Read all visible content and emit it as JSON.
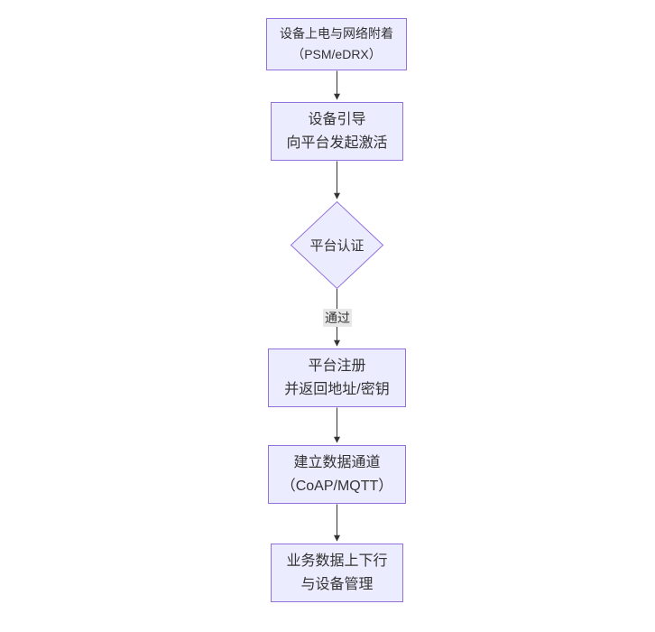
{
  "diagram": {
    "type": "flowchart",
    "direction": "top-down",
    "colors": {
      "background": "#ffffff",
      "node_fill": "#ECECFF",
      "node_border": "#9370DB",
      "text": "#333333",
      "edge": "#333333",
      "edge_label_bg": "#e8e8e8"
    },
    "nodes": [
      {
        "id": "power",
        "shape": "rect",
        "lines": [
          "设备上电与网络附着",
          "（PSM/eDRX）"
        ]
      },
      {
        "id": "bootstrap",
        "shape": "rect",
        "lines": [
          "设备引导",
          "向平台发起激活"
        ]
      },
      {
        "id": "auth",
        "shape": "diamond",
        "lines": [
          "平台认证"
        ]
      },
      {
        "id": "register",
        "shape": "rect",
        "lines": [
          "平台注册",
          "并返回地址/密钥"
        ]
      },
      {
        "id": "channel",
        "shape": "rect",
        "lines": [
          "建立数据通道",
          "（CoAP/MQTT）"
        ]
      },
      {
        "id": "business",
        "shape": "rect",
        "lines": [
          "业务数据上下行",
          "与设备管理"
        ]
      }
    ],
    "edges": [
      {
        "from": "power",
        "to": "bootstrap",
        "label": ""
      },
      {
        "from": "bootstrap",
        "to": "auth",
        "label": ""
      },
      {
        "from": "auth",
        "to": "register",
        "label": "通过"
      },
      {
        "from": "register",
        "to": "channel",
        "label": ""
      },
      {
        "from": "channel",
        "to": "business",
        "label": ""
      }
    ]
  }
}
